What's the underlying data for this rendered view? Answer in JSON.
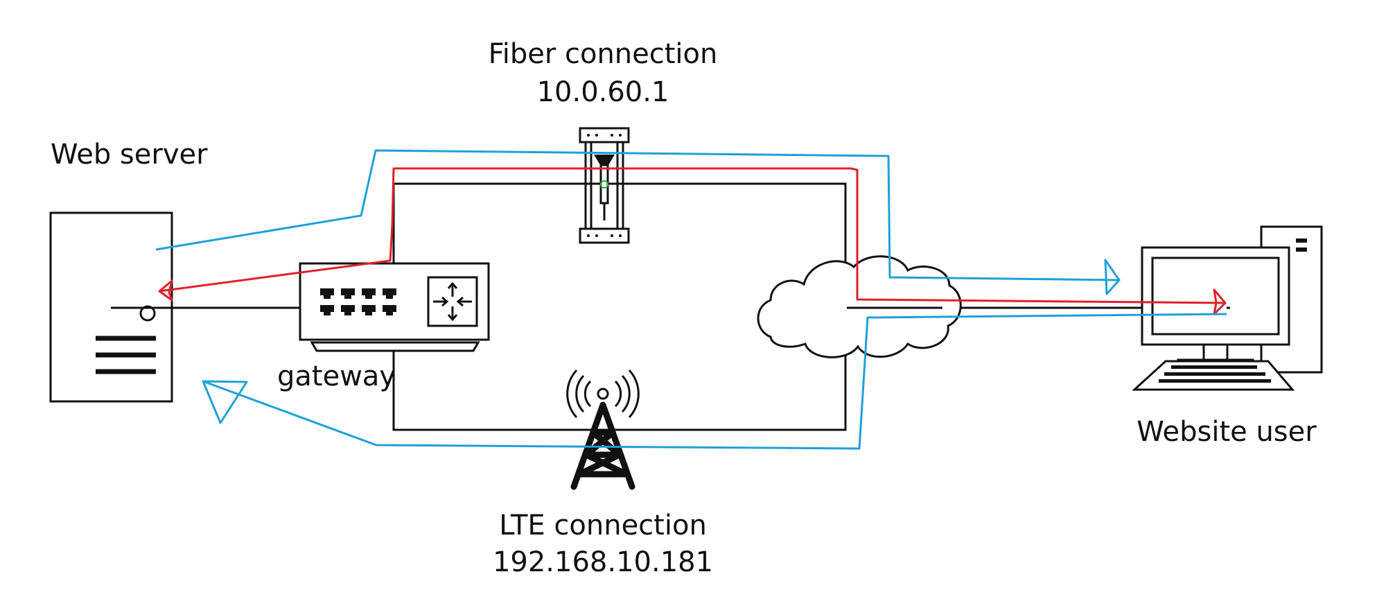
{
  "labels": {
    "web_server": "Web server",
    "gateway": "gateway",
    "fiber_title": "Fiber connection",
    "fiber_ip": "10.0.60.1",
    "lte_title": "LTE connection",
    "lte_ip": "192.168.10.181",
    "website_user": "Website user"
  },
  "colors": {
    "line_black": "#111111",
    "path_red": "#e0202c",
    "path_blue": "#1fa0d8"
  },
  "icons": [
    "server-icon",
    "gateway-switch-icon",
    "fiber-connector-icon",
    "lte-tower-icon",
    "internet-cloud-icon",
    "desktop-computer-icon"
  ]
}
